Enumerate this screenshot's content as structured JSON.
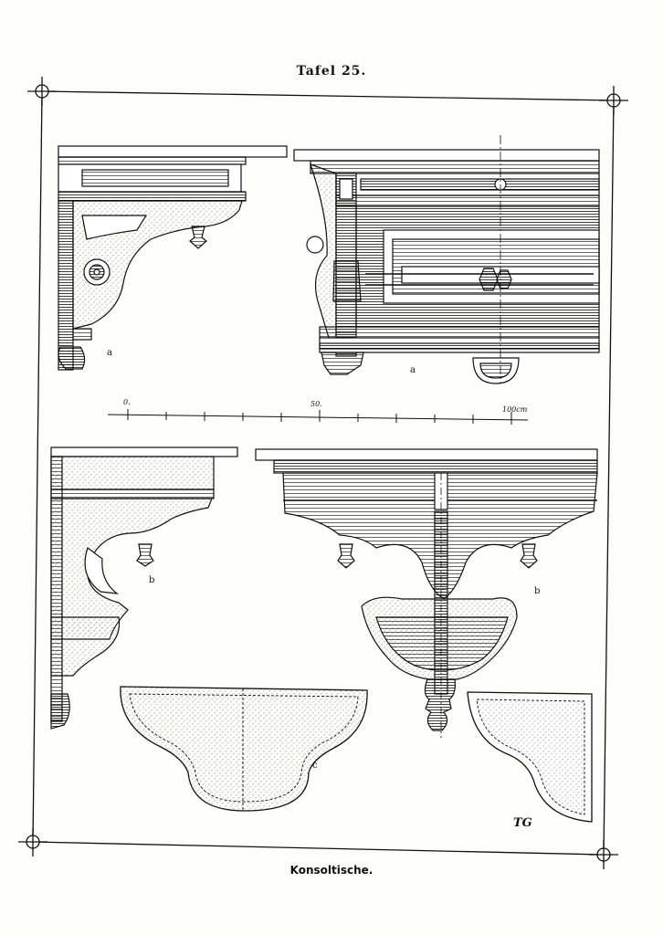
{
  "plate": {
    "title": "Tafel 25.",
    "caption": "Konsoltische."
  },
  "figure_labels": {
    "a_left": "a",
    "a_right": "a",
    "b_left": "b",
    "b_right": "b",
    "c": "c"
  },
  "scale": {
    "start": "0.",
    "mid": "50.",
    "end": "100cm"
  },
  "monogram": "TG"
}
